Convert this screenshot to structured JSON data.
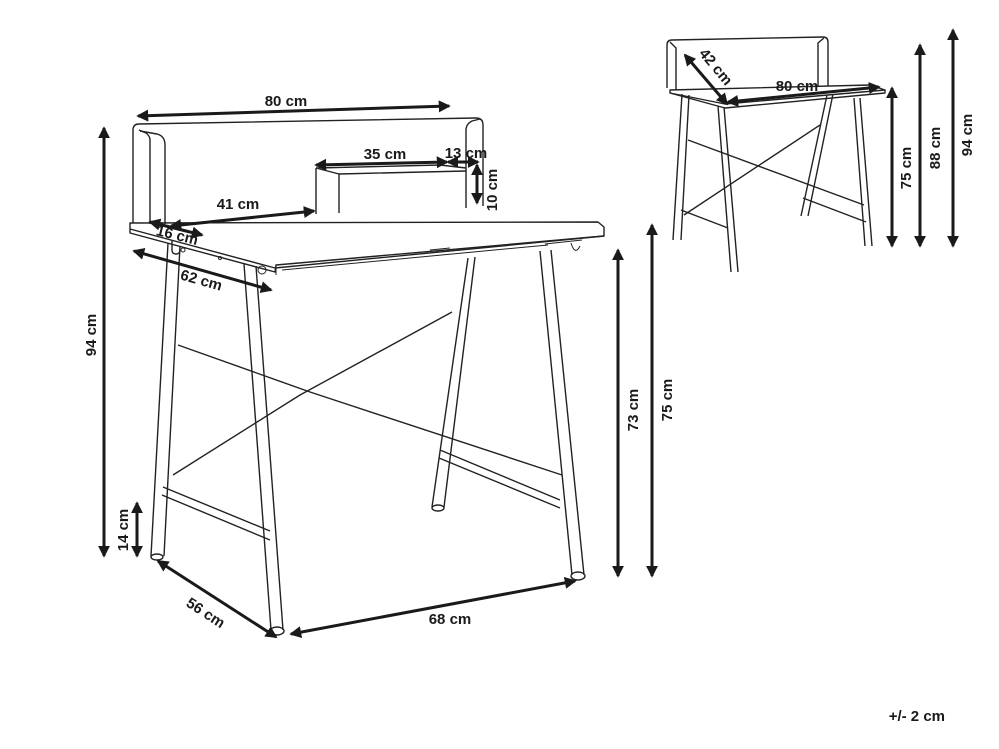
{
  "labels": {
    "main": {
      "width_80": "80 cm",
      "shelf_35": "35 cm",
      "shelf_13": "13 cm",
      "shelf_10": "10 cm",
      "offset_41": "41 cm",
      "edge_16": "16 cm",
      "depth_62": "62 cm",
      "height_94": "94 cm",
      "height_14": "14 cm",
      "height_73": "73 cm",
      "height_75": "75 cm",
      "base_56": "56 cm",
      "base_68": "68 cm"
    },
    "inset": {
      "depth_42": "42 cm",
      "width_80": "80 cm",
      "height_75": "75 cm",
      "height_88": "88 cm",
      "height_94": "94 cm"
    },
    "tolerance": "+/- 2 cm"
  }
}
